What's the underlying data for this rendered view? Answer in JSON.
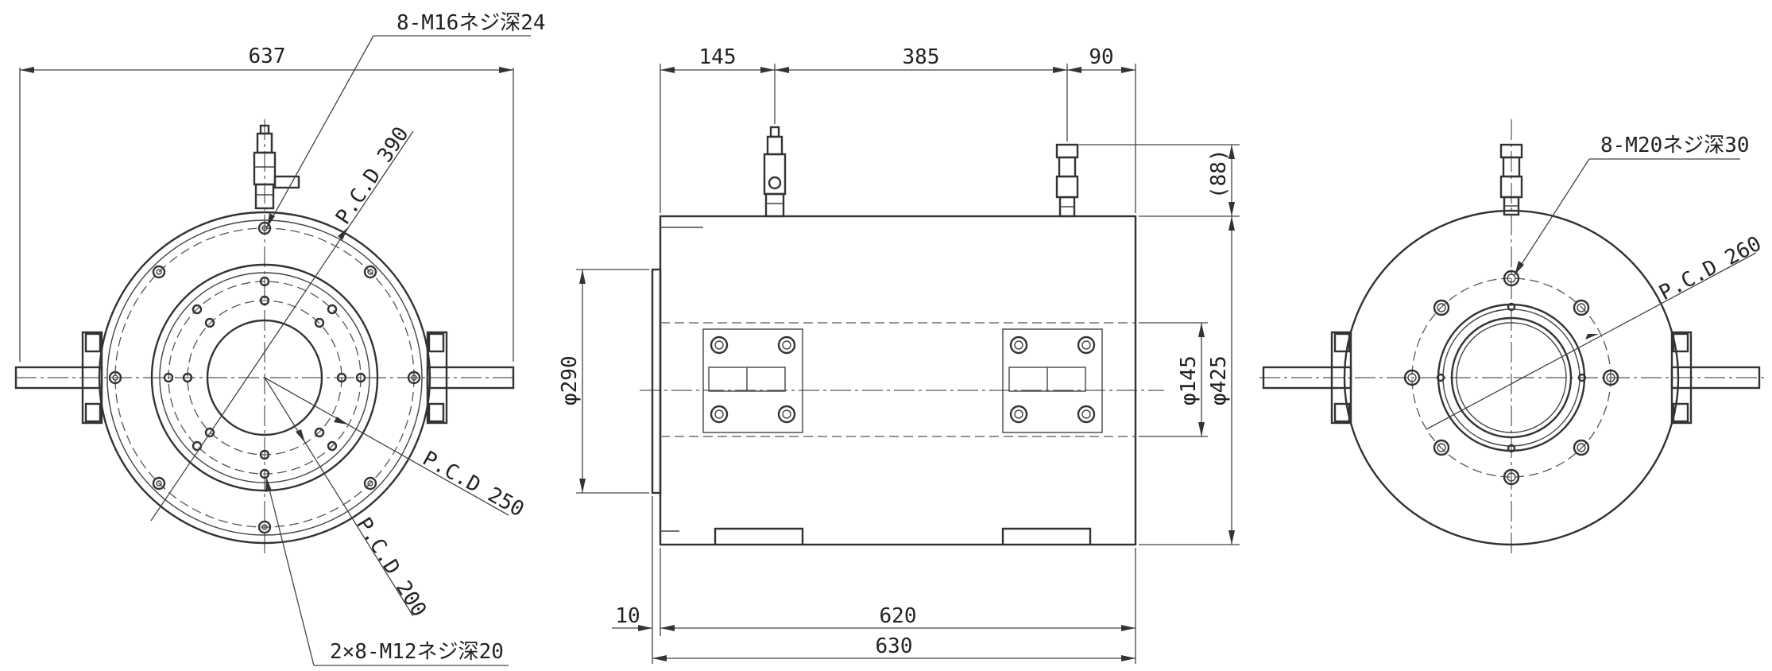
{
  "drawing": {
    "front_view": {
      "overall_width": "637",
      "thread_label_top": "8-M16ネジ深24",
      "pcd_outer": "P.C.D 390",
      "pcd_middle": "P.C.D 250",
      "pcd_inner": "P.C.D 200",
      "thread_label_bottom": "2×8-M12ネジ深20"
    },
    "side_view": {
      "dim_left": "145",
      "dim_middle": "385",
      "dim_right": "90",
      "dim_height_ref": "(88)",
      "dia_left": "φ290",
      "dia_inner": "φ145",
      "dia_outer": "φ425",
      "dim_step": "10",
      "body_length": "620",
      "overall_length": "630"
    },
    "rear_view": {
      "thread_label": "8-M20ネジ深30",
      "pcd": "P.C.D 260"
    }
  }
}
